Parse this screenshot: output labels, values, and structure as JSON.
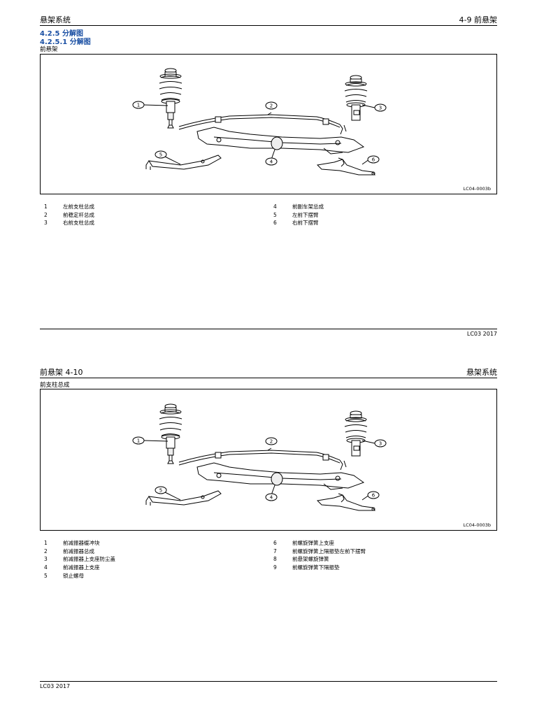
{
  "page1": {
    "header_left": "悬架系统",
    "header_right": "4-9  前悬架",
    "heading1": "4.2.5 分解图",
    "heading2": "4.2.5.1 分解图",
    "caption": "前悬架",
    "figure_code": "LC04-0003b",
    "callouts": [
      "1",
      "2",
      "3",
      "4",
      "5",
      "6"
    ],
    "legend_left": [
      {
        "num": "1",
        "text": "左前支柱总成"
      },
      {
        "num": "2",
        "text": "前稳定杆总成"
      },
      {
        "num": "3",
        "text": "右前支柱总成"
      }
    ],
    "legend_right": [
      {
        "num": "4",
        "text": "前副车架总成"
      },
      {
        "num": "5",
        "text": "左前下摆臂"
      },
      {
        "num": "6",
        "text": "右前下摆臂"
      }
    ],
    "footer": "LC03  2017"
  },
  "page2": {
    "header_left": "前悬架   4-10",
    "header_right": "悬架系统",
    "caption": "前支柱总成",
    "figure_code": "LC04-0003b",
    "callouts": [
      "1",
      "2",
      "3",
      "4",
      "5",
      "6"
    ],
    "legend_left": [
      {
        "num": "1",
        "text": "前减振器缓冲块"
      },
      {
        "num": "2",
        "text": "前减振器总成"
      },
      {
        "num": "3",
        "text": "前减振器上支座防尘盖"
      },
      {
        "num": "4",
        "text": "前减振器上支座"
      },
      {
        "num": "5",
        "text": "锁止螺母"
      }
    ],
    "legend_right": [
      {
        "num": "6",
        "text": "前螺旋弹簧上支座"
      },
      {
        "num": "7",
        "text": "前螺旋弹簧上隔振垫左前下摆臂"
      },
      {
        "num": "8",
        "text": "前悬架螺旋弹簧"
      },
      {
        "num": "9",
        "text": "前螺旋弹簧下隔振垫"
      }
    ],
    "footer": "LC03  2017"
  }
}
